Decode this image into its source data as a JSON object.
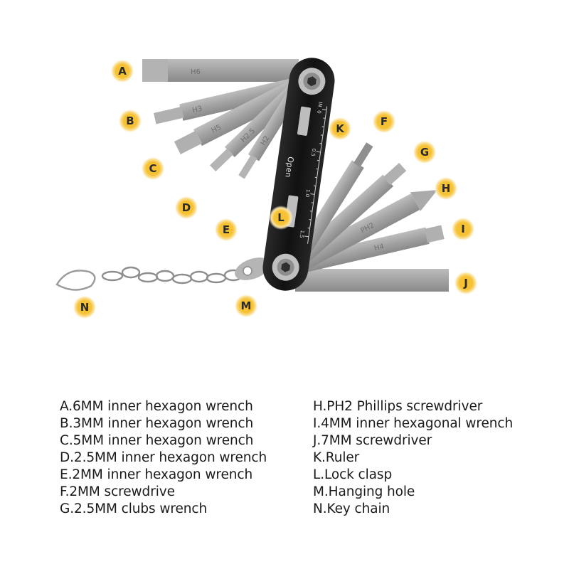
{
  "callouts": {
    "A": "A",
    "B": "B",
    "C": "C",
    "D": "D",
    "E": "E",
    "F": "F",
    "G": "G",
    "H": "H",
    "I": "I",
    "J": "J",
    "K": "K",
    "L": "L",
    "M": "M",
    "N": "N"
  },
  "engravings": {
    "h6": "H6",
    "h3": "H3",
    "h5": "H5",
    "h25": "H2.5",
    "h2": "H2",
    "ph2": "PH2",
    "h4": "H4",
    "open": "Open",
    "ruler_in": "IN",
    "ruler_0": "0",
    "ruler_05": "0.5",
    "ruler_10": "1.0",
    "ruler_15": "1.5"
  },
  "legend": {
    "left": [
      "A.6MM inner hexagon wrench",
      "B.3MM inner hexagon wrench",
      "C.5MM inner hexagon wrench",
      "D.2.5MM inner hexagon wrench",
      "E.2MM inner hexagon wrench",
      "F.2MM screwdrive",
      "G.2.5MM clubs wrench"
    ],
    "right": [
      "H.PH2 Phillips screwdriver",
      "I.4MM inner hexagonal wrench",
      "J.7MM screwdriver",
      "K.Ruler",
      "L.Lock clasp",
      "M.Hanging hole",
      "N.Key chain"
    ]
  },
  "colors": {
    "callout_fill": "#f6c234",
    "callout_glow": "#fbe7a6",
    "steel": "#9c9c9c",
    "handle": "#141414"
  }
}
